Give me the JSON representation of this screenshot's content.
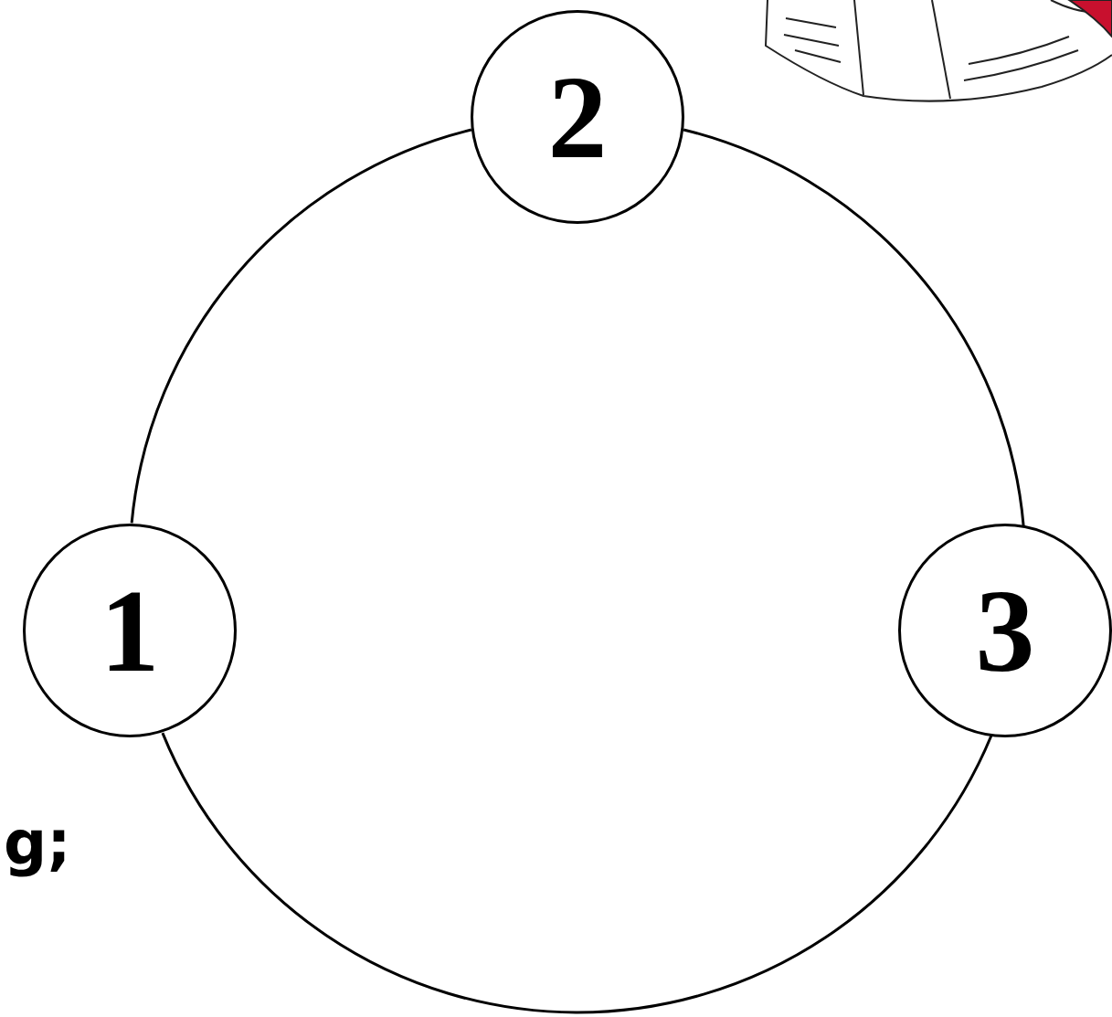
{
  "diagram": {
    "nodes": [
      {
        "text": [
          "1"
        ]
      },
      {
        "text": [
          "2"
        ]
      },
      {
        "text": [
          "3"
        ]
      }
    ],
    "edges": [
      {
        "from": 0,
        "to": 1,
        "arrow": "none"
      },
      {
        "from": 1,
        "to": 2,
        "arrow": "none"
      },
      {
        "from": 2,
        "to": 0,
        "arrow": "none"
      }
    ],
    "labels": [
      "g;"
    ]
  }
}
